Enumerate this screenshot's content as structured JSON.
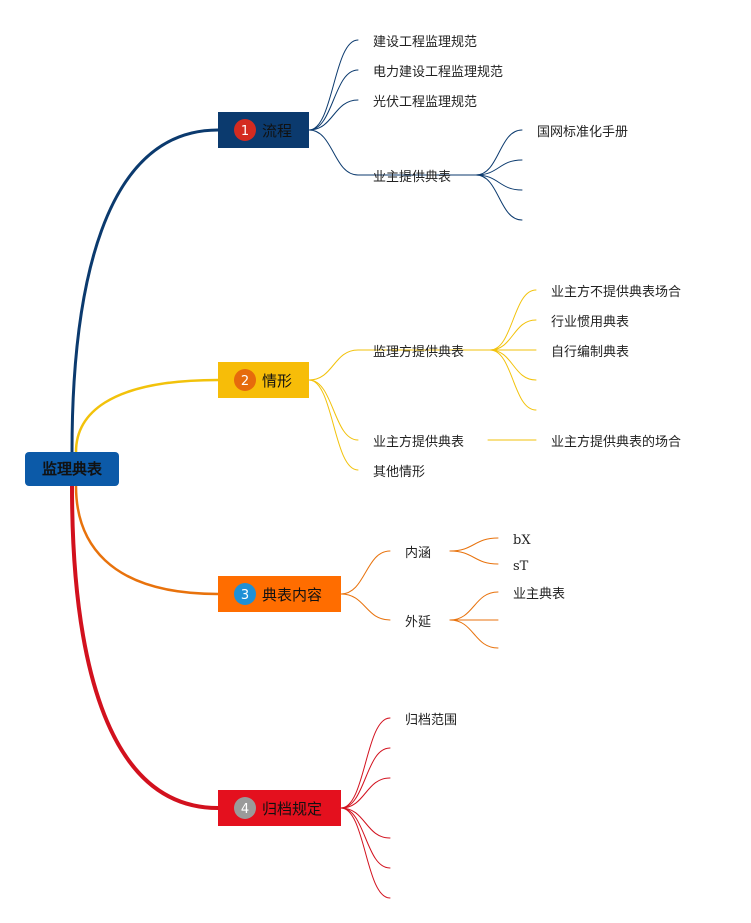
{
  "root": {
    "label": "监理典表",
    "color": "#0c5aa8"
  },
  "branches": [
    {
      "num": "1",
      "label": "流程",
      "color": "#0b3a6e",
      "badge_color": "#d42b20",
      "box_color": "#0b3a6e",
      "children": [
        {
          "label": "建设工程监理规范",
          "children": []
        },
        {
          "label": "电力建设工程监理规范",
          "children": []
        },
        {
          "label": "光伏工程监理规范",
          "children": []
        },
        {
          "label": "业主提供典表",
          "children": [
            "国网标准化手册",
            "",
            "",
            ""
          ]
        }
      ]
    },
    {
      "num": "2",
      "label": "情形",
      "color": "#f2c20b",
      "badge_color": "#e66a0c",
      "box_color": "#f7bd08",
      "children": [
        {
          "label": "监理方提供典表",
          "children": [
            "业主方不提供典表场合",
            "行业惯用典表",
            "自行编制典表",
            "",
            ""
          ]
        },
        {
          "label": "业主方提供典表",
          "children": [
            "业主方提供典表的场合"
          ]
        },
        {
          "label": "其他情形",
          "children": []
        }
      ]
    },
    {
      "num": "3",
      "label": "典表内容",
      "color": "#e8720c",
      "badge_color": "#1e90d6",
      "box_color": "#ff6d00",
      "children": [
        {
          "label": "内涵",
          "children": [
            "bX",
            "sT"
          ]
        },
        {
          "label": "外延",
          "children": [
            "业主典表",
            "",
            ""
          ]
        }
      ]
    },
    {
      "num": "4",
      "label": "归档规定",
      "color": "#d2111e",
      "badge_color": "#9a9a9a",
      "box_color": "#e4101e",
      "children": [
        {
          "label": "归档范围",
          "children": []
        },
        {
          "label": "",
          "children": []
        },
        {
          "label": "",
          "children": []
        },
        {
          "label": "",
          "children": []
        },
        {
          "label": "",
          "children": []
        },
        {
          "label": "",
          "children": []
        }
      ]
    }
  ]
}
